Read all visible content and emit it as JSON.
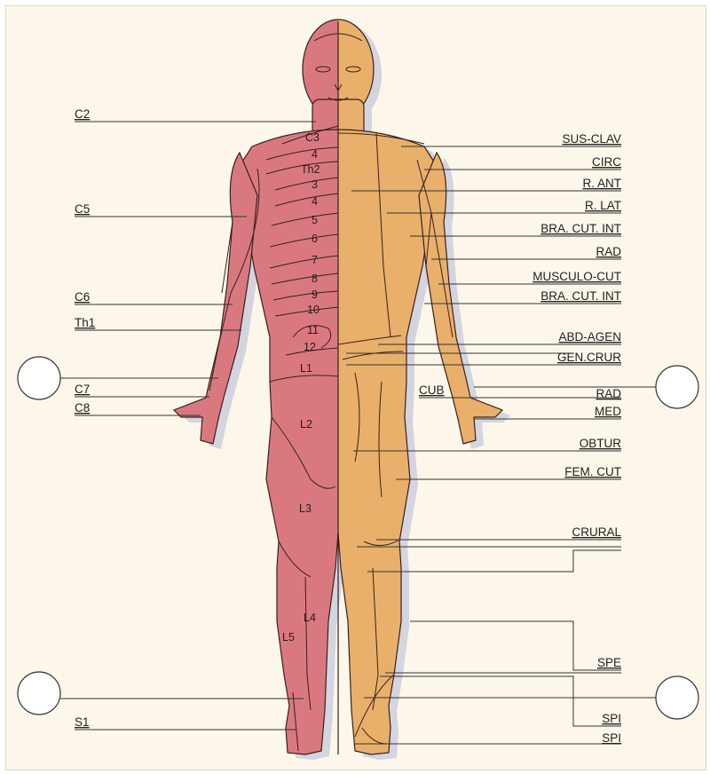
{
  "colors": {
    "background": "#fcf7ea",
    "frame_border": "#e8d9a8",
    "dermatome_side": "#d9797f",
    "nerve_side": "#e8b06a",
    "shadow": "#c7c9dc",
    "line": "#2a2a2a"
  },
  "left_labels": {
    "c2": "C2",
    "c5": "C5",
    "c6": "C6",
    "th1": "Th1",
    "c7": "C7",
    "c8": "C8",
    "s1": "S1"
  },
  "right_labels": {
    "sus_clav": "SUS-CLAV",
    "circ": "CIRC",
    "r_ant": "R. ANT",
    "r_lat": "R. LAT",
    "bra_cut_int_1": "BRA. CUT. INT",
    "rad_1": "RAD",
    "musculo_cut": "MUSCULO-CUT",
    "bra_cut_int_2": "BRA. CUT. INT",
    "abd_agen": "ABD-AGEN",
    "gen_crur": "GEN.CRUR",
    "cub": "CUB",
    "rad_2": "RAD",
    "med": "MED",
    "obtur": "OBTUR",
    "fem_cut": "FEM. CUT",
    "crural": "CRURAL",
    "spe": "SPE",
    "spi_1": "SPI",
    "spi_2": "SPI"
  },
  "segments": {
    "c3": "C3",
    "s4a": "4",
    "th2": "Th2",
    "s3": "3",
    "s4b": "4",
    "s5": "5",
    "s6": "6",
    "s7": "7",
    "s8": "8",
    "s9": "9",
    "s10": "10",
    "s11": "11",
    "s12": "12",
    "l1": "L1",
    "l2": "L2",
    "l3": "L3",
    "l4": "L4",
    "l5": "L5"
  }
}
